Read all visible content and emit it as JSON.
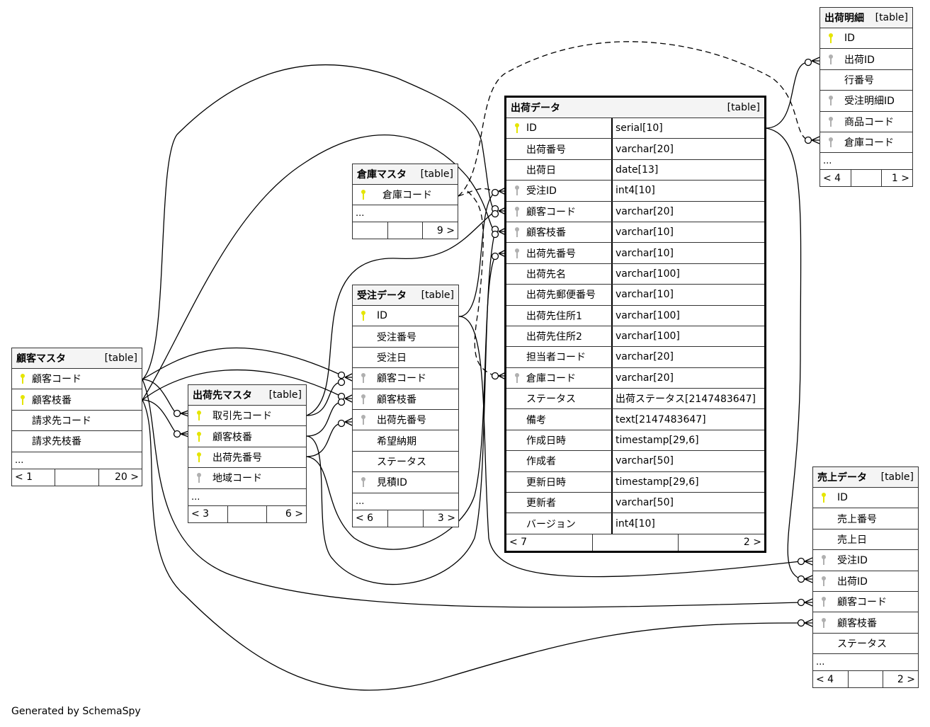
{
  "diagram": {
    "footer": "Generated by SchemaSpy",
    "colors": {
      "primary_key": "#e5e500",
      "foreign_key": "#b0b0b0",
      "header_bg": "#f4f4f4",
      "line": "#000000"
    },
    "tables": {
      "kokyaku": {
        "name": "顧客マスタ",
        "kind": "[table]",
        "columns": [
          {
            "name": "顧客コード",
            "key": "primary-key-icon"
          },
          {
            "name": "顧客枝番",
            "key": "primary-key-icon"
          },
          {
            "name": "請求先コード",
            "key": ""
          },
          {
            "name": "請求先枝番",
            "key": ""
          }
        ],
        "ellipsis": "...",
        "footer": [
          "< 1",
          "",
          "20 >"
        ]
      },
      "shukkasaki": {
        "name": "出荷先マスタ",
        "kind": "[table]",
        "columns": [
          {
            "name": "取引先コード",
            "key": "primary-key-icon"
          },
          {
            "name": "顧客枝番",
            "key": "primary-key-icon"
          },
          {
            "name": "出荷先番号",
            "key": "primary-key-icon"
          },
          {
            "name": "地域コード",
            "key": "foreign-key-icon"
          }
        ],
        "ellipsis": "...",
        "footer": [
          "< 3",
          "",
          "6 >"
        ]
      },
      "soko": {
        "name": "倉庫マスタ",
        "kind": "[table]",
        "columns": [
          {
            "name": "倉庫コード",
            "key": "primary-key-icon"
          }
        ],
        "ellipsis": "...",
        "footer": [
          "",
          "",
          "9 >"
        ]
      },
      "juchu": {
        "name": "受注データ",
        "kind": "[table]",
        "columns": [
          {
            "name": "ID",
            "key": "primary-key-icon"
          },
          {
            "name": "受注番号",
            "key": ""
          },
          {
            "name": "受注日",
            "key": ""
          },
          {
            "name": "顧客コード",
            "key": "foreign-key-icon"
          },
          {
            "name": "顧客枝番",
            "key": "foreign-key-icon"
          },
          {
            "name": "出荷先番号",
            "key": "foreign-key-icon"
          },
          {
            "name": "希望納期",
            "key": ""
          },
          {
            "name": "ステータス",
            "key": ""
          },
          {
            "name": "見積ID",
            "key": "foreign-key-icon"
          }
        ],
        "ellipsis": "...",
        "footer": [
          "< 6",
          "",
          "3 >"
        ]
      },
      "shukka": {
        "name": "出荷データ",
        "kind": "[table]",
        "columns": [
          {
            "name": "ID",
            "type": "serial[10]",
            "key": "primary-key-icon"
          },
          {
            "name": "出荷番号",
            "type": "varchar[20]",
            "key": ""
          },
          {
            "name": "出荷日",
            "type": "date[13]",
            "key": ""
          },
          {
            "name": "受注ID",
            "type": "int4[10]",
            "key": "foreign-key-icon"
          },
          {
            "name": "顧客コード",
            "type": "varchar[20]",
            "key": "foreign-key-icon"
          },
          {
            "name": "顧客枝番",
            "type": "varchar[10]",
            "key": "foreign-key-icon"
          },
          {
            "name": "出荷先番号",
            "type": "varchar[10]",
            "key": "foreign-key-icon"
          },
          {
            "name": "出荷先名",
            "type": "varchar[100]",
            "key": ""
          },
          {
            "name": "出荷先郵便番号",
            "type": "varchar[10]",
            "key": ""
          },
          {
            "name": "出荷先住所1",
            "type": "varchar[100]",
            "key": ""
          },
          {
            "name": "出荷先住所2",
            "type": "varchar[100]",
            "key": ""
          },
          {
            "name": "担当者コード",
            "type": "varchar[20]",
            "key": ""
          },
          {
            "name": "倉庫コード",
            "type": "varchar[20]",
            "key": "foreign-key-icon"
          },
          {
            "name": "ステータス",
            "type": "出荷ステータス[2147483647]",
            "key": ""
          },
          {
            "name": "備考",
            "type": "text[2147483647]",
            "key": ""
          },
          {
            "name": "作成日時",
            "type": "timestamp[29,6]",
            "key": ""
          },
          {
            "name": "作成者",
            "type": "varchar[50]",
            "key": ""
          },
          {
            "name": "更新日時",
            "type": "timestamp[29,6]",
            "key": ""
          },
          {
            "name": "更新者",
            "type": "varchar[50]",
            "key": ""
          },
          {
            "name": "バージョン",
            "type": "int4[10]",
            "key": ""
          }
        ],
        "footer": [
          "< 7",
          "",
          "2 >"
        ]
      },
      "meisai": {
        "name": "出荷明細",
        "kind": "[table]",
        "columns": [
          {
            "name": "ID",
            "key": "primary-key-icon"
          },
          {
            "name": "出荷ID",
            "key": "foreign-key-icon"
          },
          {
            "name": "行番号",
            "key": ""
          },
          {
            "name": "受注明細ID",
            "key": "foreign-key-icon"
          },
          {
            "name": "商品コード",
            "key": "foreign-key-icon"
          },
          {
            "name": "倉庫コード",
            "key": "foreign-key-icon"
          }
        ],
        "ellipsis": "...",
        "footer": [
          "< 4",
          "",
          "1 >"
        ]
      },
      "uriage": {
        "name": "売上データ",
        "kind": "[table]",
        "columns": [
          {
            "name": "ID",
            "key": "primary-key-icon"
          },
          {
            "name": "売上番号",
            "key": ""
          },
          {
            "name": "売上日",
            "key": ""
          },
          {
            "name": "受注ID",
            "key": "foreign-key-icon"
          },
          {
            "name": "出荷ID",
            "key": "foreign-key-icon"
          },
          {
            "name": "顧客コード",
            "key": "foreign-key-icon"
          },
          {
            "name": "顧客枝番",
            "key": "foreign-key-icon"
          },
          {
            "name": "ステータス",
            "key": ""
          }
        ],
        "ellipsis": "...",
        "footer": [
          "< 4",
          "",
          "2 >"
        ]
      }
    },
    "relationships": [
      {
        "from": "顧客マスタ.顧客コード",
        "to": "出荷先マスタ.取引先コード",
        "style": "solid"
      },
      {
        "from": "顧客マスタ.顧客枝番",
        "to": "出荷先マスタ.顧客枝番",
        "style": "solid"
      },
      {
        "from": "顧客マスタ.顧客コード",
        "to": "受注データ.顧客コード",
        "style": "solid"
      },
      {
        "from": "顧客マスタ.顧客枝番",
        "to": "受注データ.顧客枝番",
        "style": "solid"
      },
      {
        "from": "出荷先マスタ.取引先コード",
        "to": "受注データ.顧客コード",
        "style": "solid"
      },
      {
        "from": "出荷先マスタ.顧客枝番",
        "to": "受注データ.顧客枝番",
        "style": "solid"
      },
      {
        "from": "出荷先マスタ.出荷先番号",
        "to": "受注データ.出荷先番号",
        "style": "solid"
      },
      {
        "from": "顧客マスタ.顧客コード",
        "to": "出荷データ.顧客コード",
        "style": "solid"
      },
      {
        "from": "顧客マスタ.顧客枝番",
        "to": "出荷データ.顧客枝番",
        "style": "solid"
      },
      {
        "from": "出荷先マスタ.取引先コード",
        "to": "出荷データ.顧客コード",
        "style": "solid"
      },
      {
        "from": "出荷先マスタ.顧客枝番",
        "to": "出荷データ.顧客枝番",
        "style": "solid"
      },
      {
        "from": "出荷先マスタ.出荷先番号",
        "to": "出荷データ.出荷先番号",
        "style": "solid"
      },
      {
        "from": "受注データ.ID",
        "to": "出荷データ.受注ID",
        "style": "solid"
      },
      {
        "from": "倉庫マスタ.倉庫コード",
        "to": "出荷データ.倉庫コード",
        "style": "dashed"
      },
      {
        "from": "倉庫マスタ.倉庫コード",
        "to": "出荷明細.倉庫コード",
        "style": "dashed"
      },
      {
        "from": "出荷データ.ID",
        "to": "出荷明細.出荷ID",
        "style": "solid"
      },
      {
        "from": "出荷データ.ID",
        "to": "売上データ.出荷ID",
        "style": "solid"
      },
      {
        "from": "受注データ.ID",
        "to": "売上データ.受注ID",
        "style": "solid"
      },
      {
        "from": "顧客マスタ.顧客コード",
        "to": "売上データ.顧客コード",
        "style": "solid"
      },
      {
        "from": "顧客マスタ.顧客枝番",
        "to": "売上データ.顧客枝番",
        "style": "solid"
      }
    ]
  }
}
